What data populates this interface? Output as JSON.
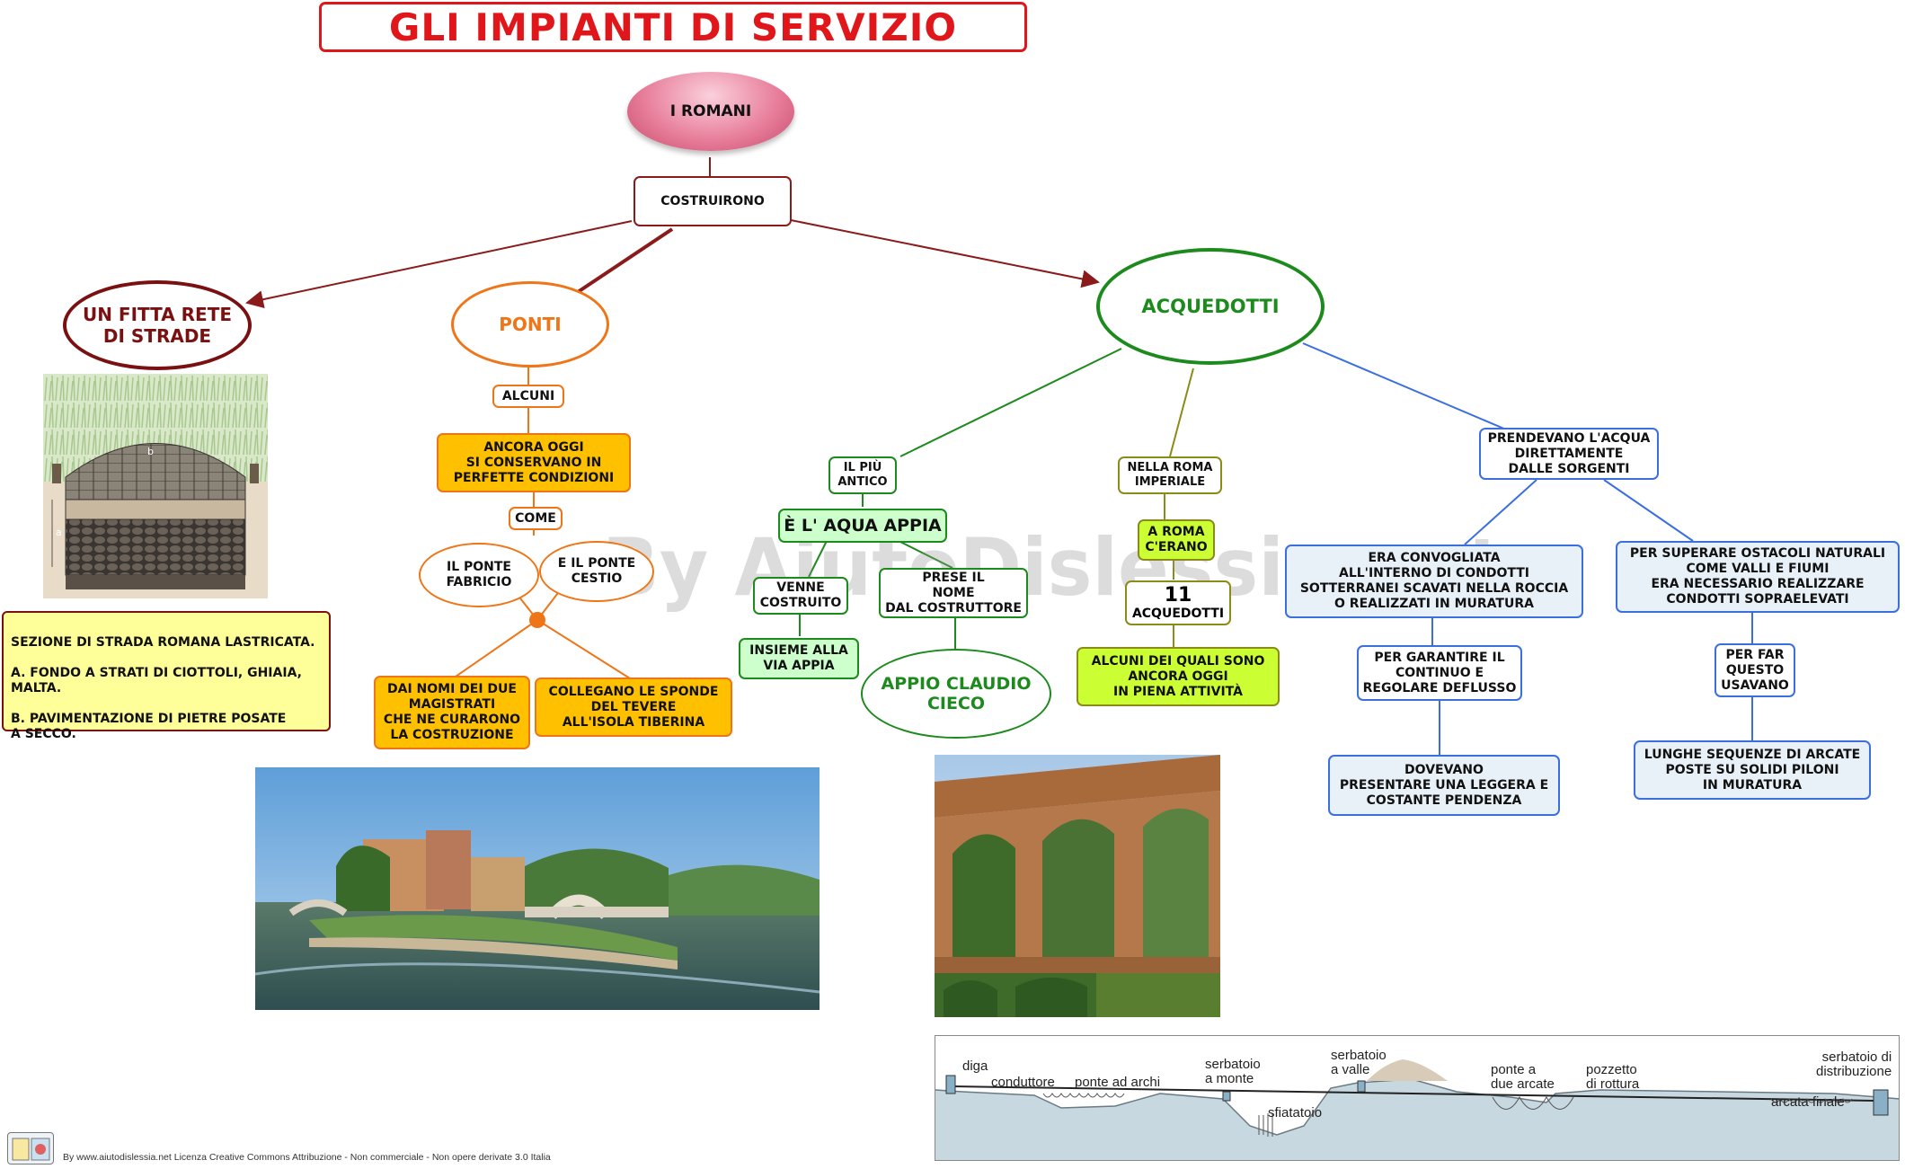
{
  "title": "GLI IMPIANTI DI SERVIZIO",
  "watermark": "By AiutoDislessia.net",
  "footer": "By www.aiutodislessia.net Licenza Creative Commons Attribuzione - Non commerciale - Non opere derivate 3.0 Italia",
  "colors": {
    "title_red": "#e0161b",
    "strade": "#7a1010",
    "ponti": "#ee7618",
    "acquedotti": "#1c8a1c",
    "olive": "#8b8b18",
    "blue": "#3b6fe0",
    "orange_fill": "#ffc000",
    "lime_fill": "#ccff33",
    "mint_fill": "#ccffcc",
    "lightblue_fill": "#e8f0f8"
  },
  "nodes": {
    "romani": "I ROMANI",
    "costruirono": "COSTRUIRONO",
    "strade": "UN FITTA RETE\nDI STRADE",
    "ponti": "PONTI",
    "acquedotti": "ACQUEDOTTI",
    "alcuni": "ALCUNI",
    "ancora_oggi": "ANCORA OGGI\nSI  CONSERVANO  IN\nPERFETTE  CONDIZIONI",
    "come": "COME",
    "fabricio": "IL PONTE\nFABRICIO",
    "cestio": "E IL PONTE\nCESTIO",
    "magistrati": "DAI NOMI DEI DUE\nMAGISTRATI\nCHE NE CURARONO\nLA COSTRUZIONE",
    "tevere": "COLLEGANO LE SPONDE\nDEL TEVERE\nALL'ISOLA TIBERINA",
    "strada_caption": "SEZIONE DI STRADA ROMANA LASTRICATA.\n\nA. FONDO A STRATI DI CIOTTOLI, GHIAIA,\nMALTA.\n\nB. PAVIMENTAZIONE DI PIETRE POSATE\nA SECCO.",
    "piu_antico": "IL PIÙ\nANTICO",
    "aqua_appia": "È L' AQUA APPIA",
    "venne_costruito": "VENNE\nCOSTRUITO",
    "prese_nome": "PRESE IL\nNOME\nDAL COSTRUTTORE",
    "via_appia": "INSIEME ALLA\nVIA APPIA",
    "appio": "APPIO CLAUDIO\nCIECO",
    "roma_imperiale": "NELLA ROMA\nIMPERIALE",
    "a_roma": "A ROMA\nC'ERANO",
    "numero": "11",
    "acquedotti_label": "ACQUEDOTTI",
    "piena_attivita": "ALCUNI DEI QUALI SONO\nANCORA OGGI\nIN PIENA ATTIVITÀ",
    "sorgenti": "PRENDEVANO L'ACQUA\nDIRETTAMENTE\nDALLE SORGENTI",
    "convogliata": "ERA  CONVOGLIATA\nALL'INTERNO  DI  CONDOTTI\nSOTTERRANEI SCAVATI NELLA ROCCIA\nO REALIZZATI  IN  MURATURA",
    "ostacoli": "PER SUPERARE OSTACOLI NATURALI\nCOME VALLI E FIUMI\nERA  NECESSARIO  REALIZZARE\nCONDOTTI SOPRAELEVATI",
    "deflusso": "PER  GARANTIRE  IL\nCONTINUO E\nREGOLARE DEFLUSSO",
    "pendenza": "DOVEVANO\nPRESENTARE UNA LEGGERA E\nCOSTANTE PENDENZA",
    "per_far": "PER FAR\nQUESTO\nUSAVANO",
    "arcate": "LUNGHE SEQUENZE DI ARCATE\nPOSTE SU SOLIDI PILONI\nIN MURATURA"
  },
  "road_letters": {
    "a": "a",
    "b": "b"
  },
  "diagram_labels": {
    "diga": "diga",
    "conduttore": "conduttore",
    "ponte_archi": "ponte ad archi",
    "serbatoio_monte": "serbatoio\na monte",
    "sfiatatoio": "sfiatatoio",
    "serbatoio_valle": "serbatoio\na valle",
    "ponte_due": "ponte a\ndue arcate",
    "pozzetto": "pozzetto\ndi rottura",
    "serbatoio_distrib": "serbatoio di\ndistribuzione",
    "arcata_finale": "arcata finale"
  }
}
